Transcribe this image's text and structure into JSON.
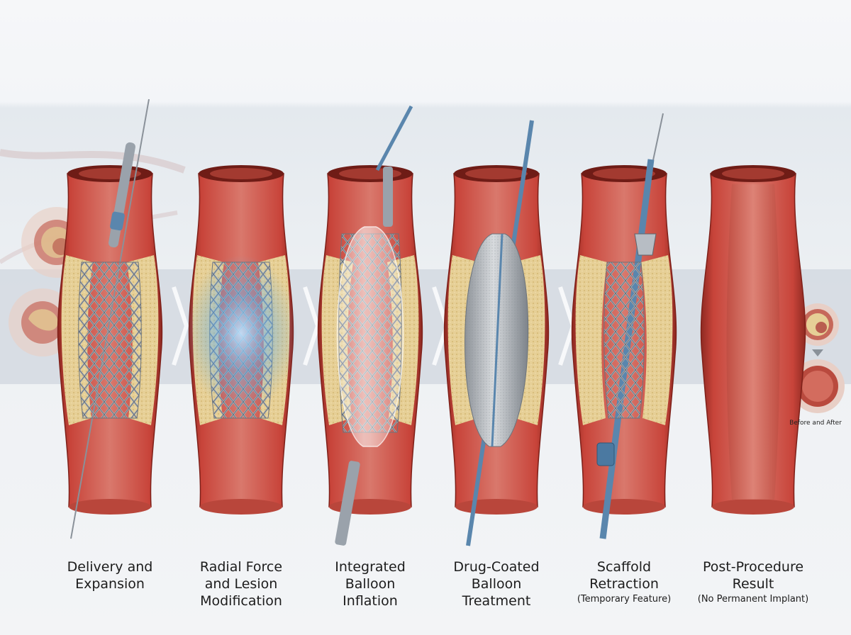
{
  "steps": [
    {
      "lines": [
        "Delivery and",
        "Expansion"
      ],
      "note": ""
    },
    {
      "lines": [
        "Radial Force",
        "and Lesion",
        "Modification"
      ],
      "note": ""
    },
    {
      "lines": [
        "Integrated",
        "Balloon",
        "Inflation"
      ],
      "note": ""
    },
    {
      "lines": [
        "Drug-Coated",
        "Balloon",
        "Treatment"
      ],
      "note": ""
    },
    {
      "lines": [
        "Scaffold",
        "Retraction"
      ],
      "note": "(Temporary Feature)"
    },
    {
      "lines": [
        "Post-Procedure",
        "Result"
      ],
      "note": "(No Permanent Implant)"
    }
  ],
  "comparison": {
    "label": "Before and After"
  },
  "colors": {
    "vessel_wall": "#c8443a",
    "vessel_wall_dark": "#8f2a22",
    "lumen": "#d9786c",
    "plaque": "#e6cf96",
    "stent": "#9aa2ab",
    "catheter": "#5a86ad",
    "balloon": "#c9ccd0",
    "glow": "#7ec4ff",
    "band": "#d3d9e0",
    "background": "#f1f3f6"
  }
}
